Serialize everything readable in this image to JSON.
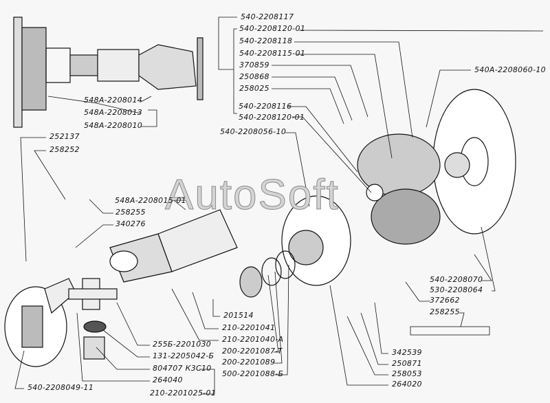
{
  "watermark": "AutoSoft",
  "labels": {
    "l540_2208117": "540-2208117",
    "l540_2208120_01a": "540-2208120-01",
    "l540_2208118": "540-2208118",
    "l540_2208115_01": "540-2208115-01",
    "l370859": "370859",
    "l250868": "250868",
    "l258025": "258025",
    "l540_2208116": "540-2208116",
    "l540_2208120_01b": "540-2208120-01",
    "l540_2208056_10": "540-2208056-10",
    "l540A_2208060_10": "540A-2208060-10",
    "l548A_2208014": "548A-2208014",
    "l548A_2208013": "548A-2208013",
    "l548A_2208010": "548A-2208010",
    "l252137": "252137",
    "l258252": "258252",
    "l548A_2208015_01": "548A-2208015-01",
    "l258255a": "258255",
    "l340276": "340276",
    "l201514": "201514",
    "l210_2201041": "210-2201041",
    "l210_2201040_A": "210-2201040-A",
    "l200_2201087_T": "200-2201087-T",
    "l200_2201089": "200-2201089",
    "l500_2201088_B": "500-2201088-Б",
    "l255B_2201030": "255Б-2201030",
    "l131_2205042_B": "131-2205042-Б",
    "l804707": "804707 К3С10",
    "l264040": "264040",
    "l210_2201025_01": "210-2201025-01",
    "l540_2208049_11": "540-2208049-11",
    "l540_2208070": "540-2208070",
    "l530_2208064": "530-2208064",
    "l372662": "372662",
    "l258255b": "258255",
    "l342539": "342539",
    "l250871": "250871",
    "l258053": "258053",
    "l264020": "264020"
  }
}
